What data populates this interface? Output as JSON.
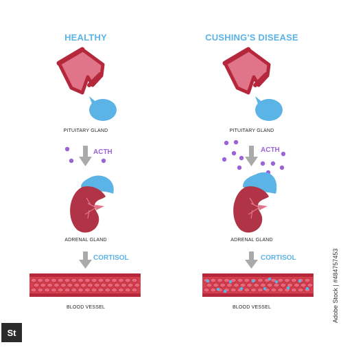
{
  "panels": {
    "healthy": {
      "title": "HEALTHY",
      "pituitary_label": "PITUITARY GLAND",
      "hormone_in": "ACTH",
      "adrenal_label": "ADRENAL GLAND",
      "hormone_out": "CORTISOL",
      "vessel_label": "BLOOD VESSEL"
    },
    "cushings": {
      "title": "CUSHING'S DISEASE",
      "pituitary_label": "PITUITARY GLAND",
      "hormone_in": "ACTH",
      "adrenal_label": "ADRENAL GLAND",
      "hormone_out": "CORTISOL",
      "vessel_label": "BLOOD VESSEL"
    }
  },
  "stock": {
    "id_text": "Adobe Stock | #484757453",
    "logo_text": "St"
  },
  "colors": {
    "heading": "#5bb3e6",
    "acth": "#9a63d6",
    "cortisol": "#5bb3e6",
    "gland_pink": "#e07489",
    "gland_dark": "#b5283c",
    "gland_blue": "#5bb3e6",
    "kidney": "#b03446",
    "vessel_dark": "#b5283c",
    "vessel_fill": "#d9404e",
    "rbc": "#e7687a",
    "arrow": "#aaaaaa"
  }
}
